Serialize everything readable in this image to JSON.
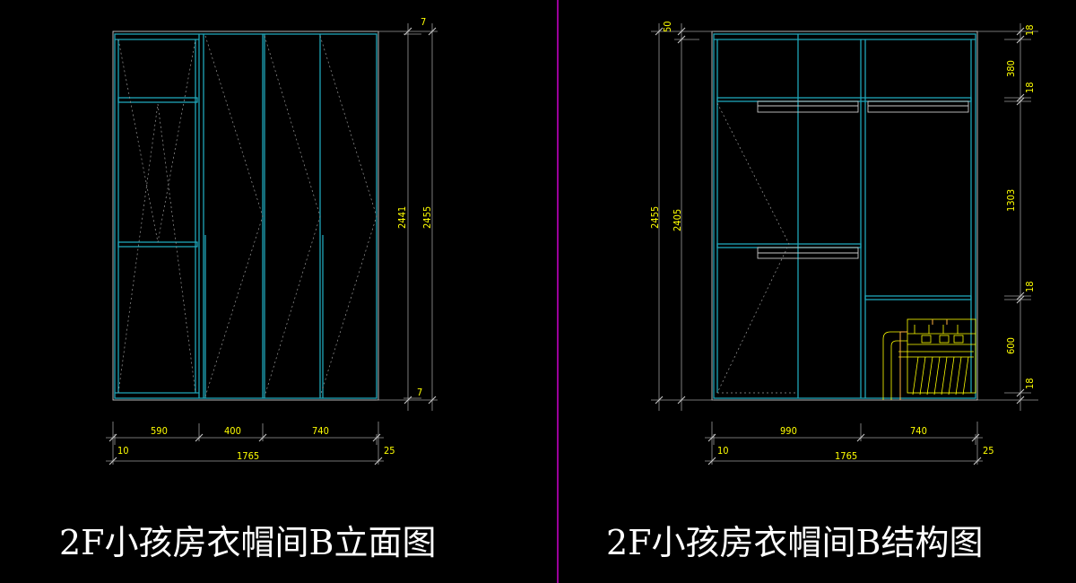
{
  "divider_color": "#ff00ff",
  "colors": {
    "cabinet": "#1ea5b8",
    "dimension_text": "#ffff00",
    "title_text": "#ffffff"
  },
  "left_drawing": {
    "title": "2F小孩房衣帽间B立面图",
    "dims_bottom": {
      "seg1": "590",
      "seg2": "400",
      "seg3": "740",
      "total": "1765",
      "offset_left": "10",
      "offset_right": "25"
    },
    "dims_right": {
      "top_offset": "7",
      "bottom_offset": "7",
      "inner_height": "2441",
      "total_height": "2455"
    }
  },
  "right_drawing": {
    "title": "2F小孩房衣帽间B结构图",
    "dims_bottom": {
      "seg1": "990",
      "seg2": "740",
      "total": "1765",
      "offset_left": "10",
      "offset_right": "25"
    },
    "dims_left": {
      "top_offset": "50",
      "total_height": "2455",
      "inner_height": "2405"
    },
    "dims_right": {
      "d1": "18",
      "d2": "380",
      "d3": "18",
      "d4": "1303",
      "d5": "18",
      "d6": "600",
      "d7": "18"
    }
  }
}
